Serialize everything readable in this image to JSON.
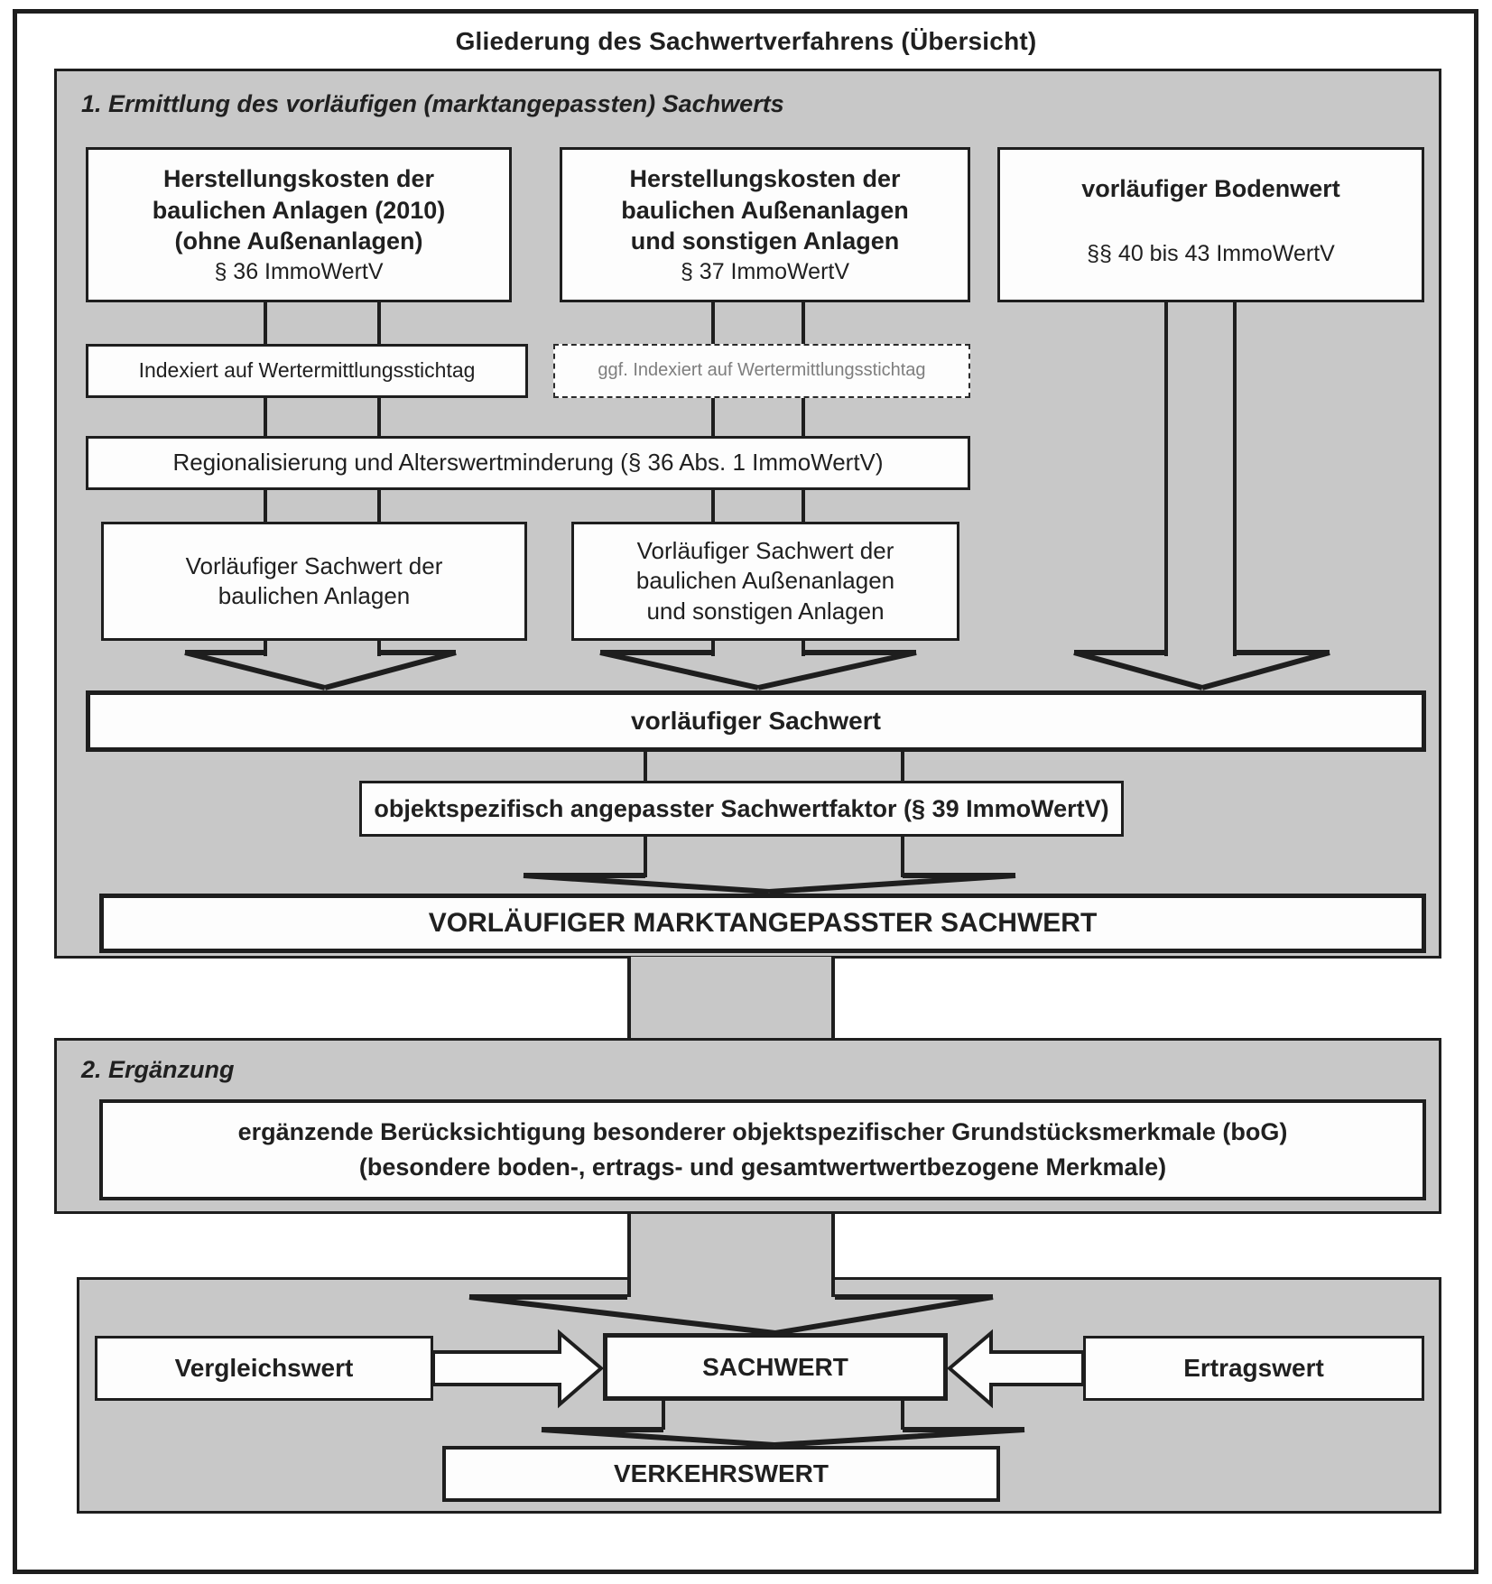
{
  "title": "Gliederung des Sachwertverfahrens (Übersicht)",
  "section1": {
    "label": "1. Ermittlung des vorläufigen (marktangepassten) Sachwerts",
    "box_production_buildings": {
      "lines": [
        "Herstellungskosten der",
        "baulichen Anlagen (2010)",
        "(ohne Außenanlagen)"
      ],
      "ref": "§ 36 ImmoWertV"
    },
    "box_production_outdoor": {
      "lines": [
        "Herstellungskosten der",
        "baulichen Außenanlagen",
        "und sonstigen Anlagen"
      ],
      "ref": "§ 37 ImmoWertV"
    },
    "box_land_value": {
      "title": "vorläufiger Bodenwert",
      "ref": "§§ 40 bis 43 ImmoWertV"
    },
    "box_indexed": "Indexiert auf Wertermittlungsstichtag",
    "box_indexed_optional": "ggf. Indexiert auf Wertermittlungsstichtag",
    "box_regionalisation": "Regionalisierung und Alterswertminderung (§ 36 Abs. 1 ImmoWertV)",
    "box_prelim_buildings": {
      "lines": [
        "Vorläufiger Sachwert der",
        "baulichen Anlagen"
      ]
    },
    "box_prelim_outdoor": {
      "lines": [
        "Vorläufiger Sachwert der",
        "baulichen Außenanlagen",
        "und sonstigen Anlagen"
      ]
    },
    "bar_prelim_value": "vorläufiger Sachwert",
    "box_factor": "objektspezifisch angepasster Sachwertfaktor (§ 39 ImmoWertV)",
    "bar_market_adjusted": "VORLÄUFIGER MARKTANGEPASSTER SACHWERT"
  },
  "section2": {
    "label": "2. Ergänzung",
    "box_bog": {
      "lines": [
        "ergänzende Berücksichtigung besonderer objektspezifischer Grundstücksmerkmale (boG)",
        "(besondere boden-, ertrags- und gesamtwertwertbezogene Merkmale)"
      ]
    }
  },
  "section3": {
    "box_comparison": "Vergleichswert",
    "box_real_value": "SACHWERT",
    "box_income": "Ertragswert",
    "box_market_value": "VERKEHRSWERT"
  },
  "colors": {
    "panel": "#c8c8c8",
    "line": "#1e1e1e",
    "muted_text": "#7e7e7e"
  }
}
